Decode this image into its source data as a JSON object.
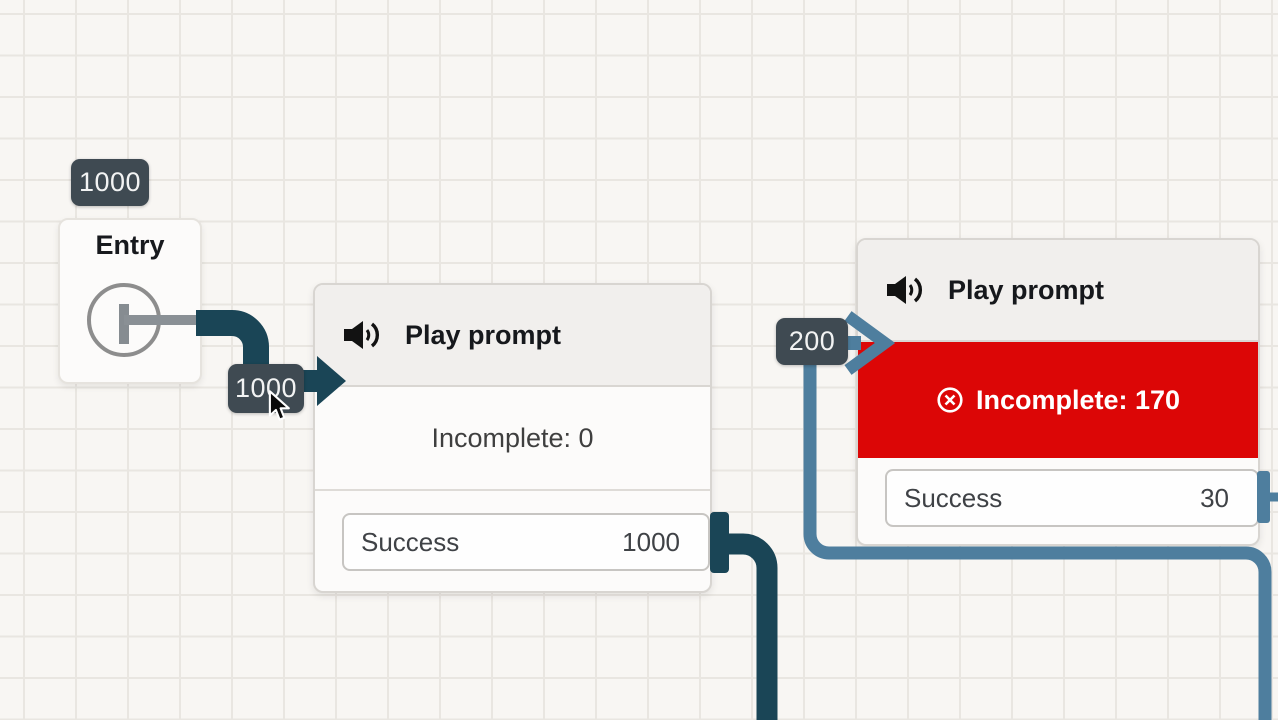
{
  "colors": {
    "canvas_bg": "#f8f6f3",
    "grid_line": "#e9e6e1",
    "wire_dark_teal": "#1a4556",
    "wire_steel_blue": "#4e7e9e",
    "error_red": "#dc0606",
    "badge_bg": "#3f4a52",
    "node_header_bg": "#f1efed",
    "node_bg": "#fcfbfa"
  },
  "badges": {
    "entry_count": "1000",
    "entry_link_count": "1000",
    "branch_link_count": "200"
  },
  "entry_node": {
    "title": "Entry"
  },
  "prompt_node_1": {
    "title": "Play prompt",
    "status": "Incomplete: 0",
    "branch_label": "Success",
    "branch_value": "1000"
  },
  "prompt_node_2": {
    "title": "Play prompt",
    "status": "Incomplete: 170",
    "branch_label": "Success",
    "branch_value": "30"
  }
}
